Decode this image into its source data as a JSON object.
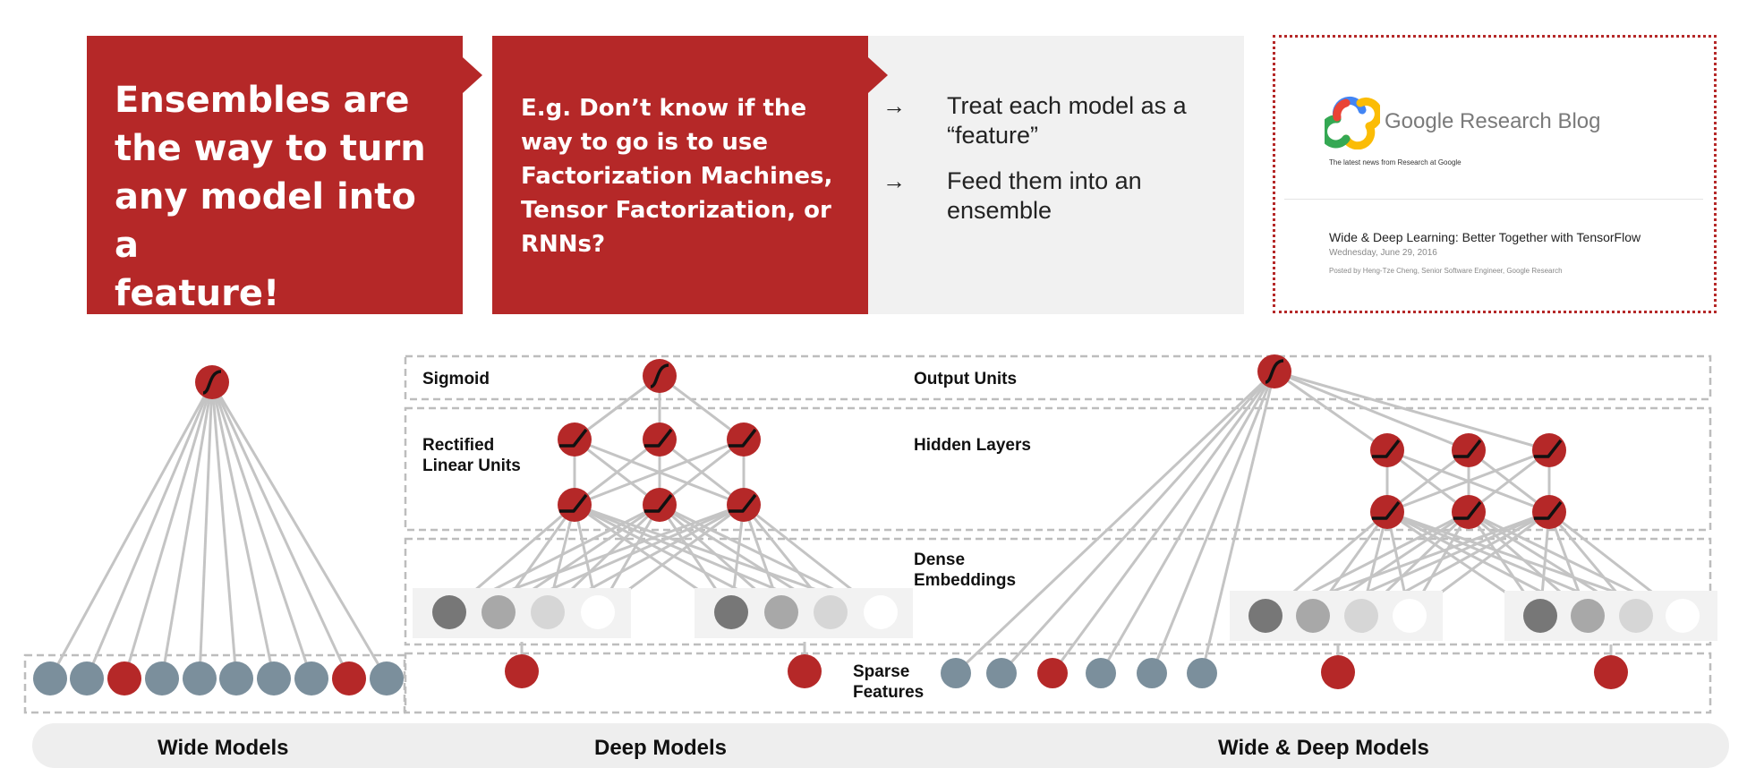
{
  "box1": {
    "lines": [
      "Ensembles are",
      "the way to turn",
      "any model into a",
      "feature!"
    ]
  },
  "box2": {
    "lines": [
      "E.g. Don’t know if the",
      "way to go is to use",
      "Factorization Machines,",
      "Tensor Factorization, or",
      "RNNs?"
    ]
  },
  "bullets": [
    {
      "arrow": "→",
      "lines": [
        "Treat each model as a",
        "“feature”"
      ]
    },
    {
      "arrow": "→",
      "lines": [
        "Feed them into an",
        "ensemble"
      ]
    }
  ],
  "blog": {
    "name": "Google Research Blog",
    "tagline": "The latest news from Research at Google",
    "post_title": "Wide & Deep Learning: Better Together with TensorFlow",
    "post_date": "Wednesday, June 29, 2016",
    "byline": "Posted by Heng-Tze Cheng, Senior Software Engineer, Google Research"
  },
  "diagram_labels": {
    "sigmoid": "Sigmoid",
    "relu": [
      "Rectified",
      "Linear Units"
    ],
    "output_units": "Output Units",
    "hidden_layers": "Hidden Layers",
    "dense": [
      "Dense",
      "Embeddings"
    ],
    "sparse": [
      "Sparse",
      "Features"
    ]
  },
  "footer": {
    "wide": "Wide Models",
    "deep": "Deep Models",
    "wide_deep": "Wide & Deep Models"
  },
  "colors": {
    "red": "#b52828",
    "steel": "#7b8f9c",
    "line": "#c4c4c4",
    "dashed": "#bdbdbd",
    "footer_bar": "#eeeeee",
    "embed_dark": "#777777",
    "embed_mid": "#a8a8a8",
    "embed_light": "#d6d6d6"
  },
  "icons": {
    "sigmoid_node": "sigmoid-curve-icon",
    "relu_node": "relu-curve-icon",
    "google_logo": "google-knot-logo-icon"
  }
}
